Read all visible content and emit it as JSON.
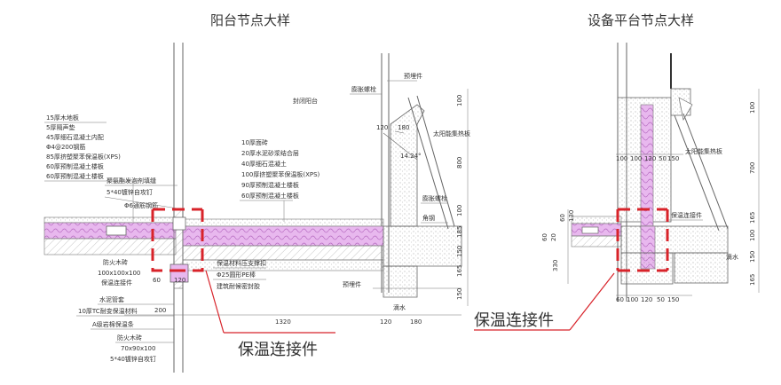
{
  "titles": {
    "left": "阳台节点大样",
    "right": "设备平台节点大样"
  },
  "callouts": {
    "left": "保温连接件",
    "right": "保温连接件",
    "right_small": "保温连接件"
  },
  "left_layers_1": [
    "15厚木地板",
    "5厚隔声垫",
    "45厚细石混凝土内配",
    "Φ4@200钢筋",
    "85厚挤塑聚苯保温板(XPS)",
    "60厚预制混凝土楼板",
    "60厚预制混凝土楼板"
  ],
  "left_layers_2": [
    "10厚面砖",
    "20厚水泥砂浆结合层",
    "40厚细石混凝土",
    "100厚挤塑聚苯保温板(XPS)",
    "90厚预制混凝土楼板",
    "60厚预制混凝土楼板"
  ],
  "left_notes": {
    "anchor": "聚氨酯发泡剂填缝",
    "bolt": "5*40镀锌自攻钉",
    "rebar": "Φ6通筋钢筋",
    "fire": "防火木砖",
    "block": "100x100x100",
    "block2": "保温连接件",
    "membrane": "水泥管套",
    "tape": "10厚TC耐变保温材料",
    "seal": "A级岩棉保温条",
    "fire2": "防火木砖",
    "block3": "70x90x100",
    "nail": "5*40镀锌自攻钉",
    "support": "保温材料压支撑扣",
    "pipe": "Φ25圆形PE棒",
    "sealant": "建筑耐候密封胶",
    "enclosed": "封闭阳台",
    "bolt_top": "膨胀螺栓",
    "embed_top": "预埋件",
    "solar": "太阳能集热板",
    "bolt_mid": "膨胀螺栓",
    "angle": "角钢",
    "embed_bottom": "预埋件",
    "drain": "滴水",
    "slope": "14.24°"
  },
  "left_dims_bottom": [
    "200",
    "1320",
    "120",
    "180"
  ],
  "left_dims_top": [
    "120",
    "180"
  ],
  "left_dims_right": [
    "100",
    "800",
    "100",
    "185",
    "150",
    "165",
    "150"
  ],
  "left_dims_left": [
    "60",
    "120"
  ],
  "right_notes": {
    "solar": "太阳能集热板",
    "drain": "滴水"
  },
  "right_dims_top": [
    "100",
    "100",
    "120",
    "50",
    "150"
  ],
  "right_dims_bottom": [
    "60",
    "100",
    "120",
    "50",
    "150"
  ],
  "right_dims_right": [
    "100",
    "700",
    "165",
    "100",
    "150",
    "165"
  ],
  "right_dims_left": [
    "60",
    "130",
    "60",
    "20",
    "330"
  ]
}
